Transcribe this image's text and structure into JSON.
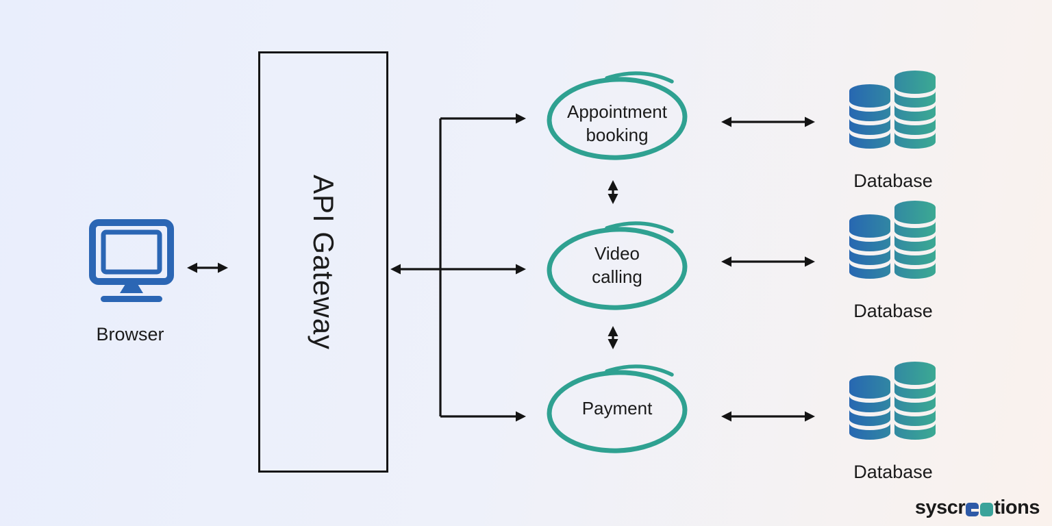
{
  "colors": {
    "bg-left": "#e9eefc",
    "bg-mid": "#eef1fa",
    "bg-right": "#faf2ed",
    "line": "#141414",
    "text": "#1b1b1b",
    "teal": "#2fa191",
    "monitor-blue": "#2b66b4",
    "db-blue": "#2766b2",
    "db-teal": "#3cab92",
    "logo-dark": "#1b1b1b",
    "logo-blue": "#2e5aa7",
    "logo-teal": "#3aa39a"
  },
  "browser": {
    "label": "Browser"
  },
  "gateway": {
    "label": "API Gateway"
  },
  "services": [
    {
      "label_lines": [
        "Appointment",
        "booking"
      ]
    },
    {
      "label_lines": [
        "Video",
        "calling"
      ]
    },
    {
      "label_lines": [
        "Payment"
      ]
    }
  ],
  "databases": [
    {
      "label": "Database"
    },
    {
      "label": "Database"
    },
    {
      "label": "Database"
    }
  ],
  "logo": {
    "text": "syscreations",
    "prefix": "syscr",
    "suffix": "tions",
    "stylized_letters": [
      "e",
      "a"
    ]
  }
}
